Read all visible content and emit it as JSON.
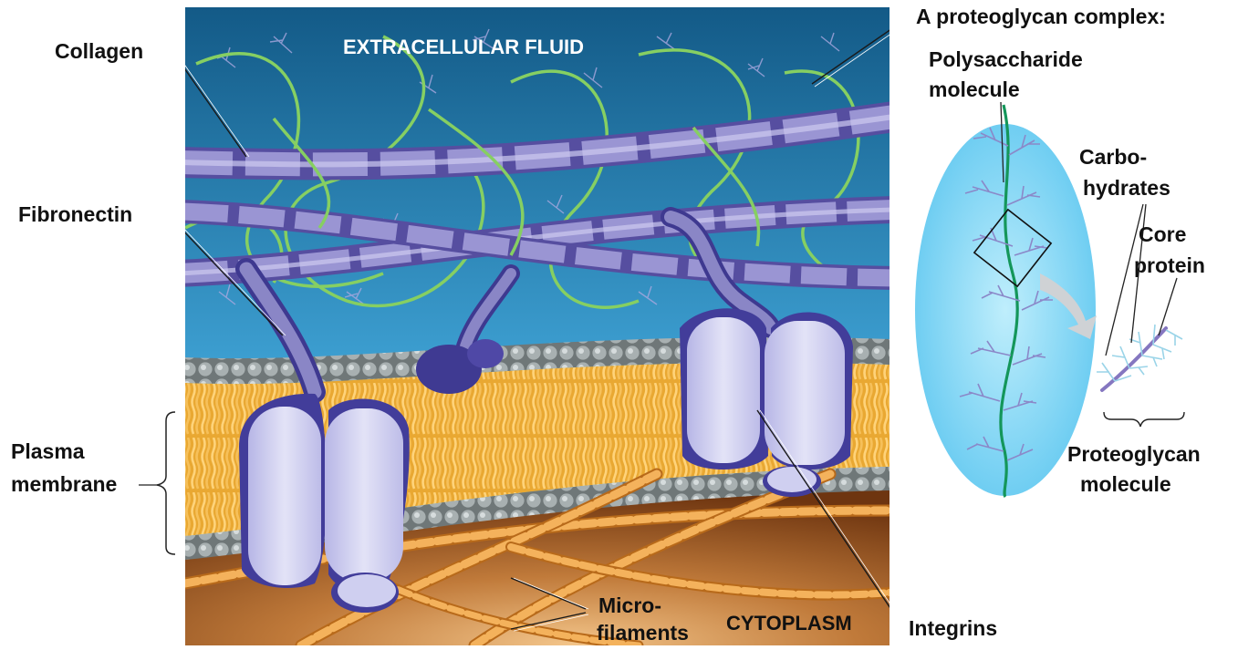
{
  "regions": {
    "extracellular": "EXTRACELLULAR FLUID",
    "cytoplasm": "CYTOPLASM"
  },
  "labels": {
    "collagen": "Collagen",
    "fibronectin": "Fibronectin",
    "plasma_membrane_1": "Plasma",
    "plasma_membrane_2": "membrane",
    "microfilaments_1": "Micro-",
    "microfilaments_2": "filaments",
    "integrins": "Integrins",
    "proteoglycan_complex": "A proteoglycan complex:",
    "polysaccharide_1": "Polysaccharide",
    "polysaccharide_2": "molecule",
    "carbohydrates_1": "Carbo-",
    "carbohydrates_2": "hydrates",
    "core_protein_1": "Core",
    "core_protein_2": "protein",
    "proteoglycan_molecule_1": "Proteoglycan",
    "proteoglycan_molecule_2": "molecule"
  },
  "colors": {
    "extracellular_top": "#17628f",
    "extracellular_bottom": "#7fd0f0",
    "cytoplasm": "#7a3d12",
    "collagen": "#8e88c6",
    "glycan_fiber": "#8fd36a",
    "phospholipid_head": "#9aa3a4",
    "lipid_tail": "#f2b340",
    "integrin": "#cfcff0",
    "integrin_shadow": "#423d9a",
    "microfilament": "#f0a24a",
    "proteoglycan_ellipse": "#7fd6f5",
    "polysaccharide": "#1aa05a",
    "carbohydrate_branch": "#8b88c8",
    "core_protein": "#8577c0"
  }
}
